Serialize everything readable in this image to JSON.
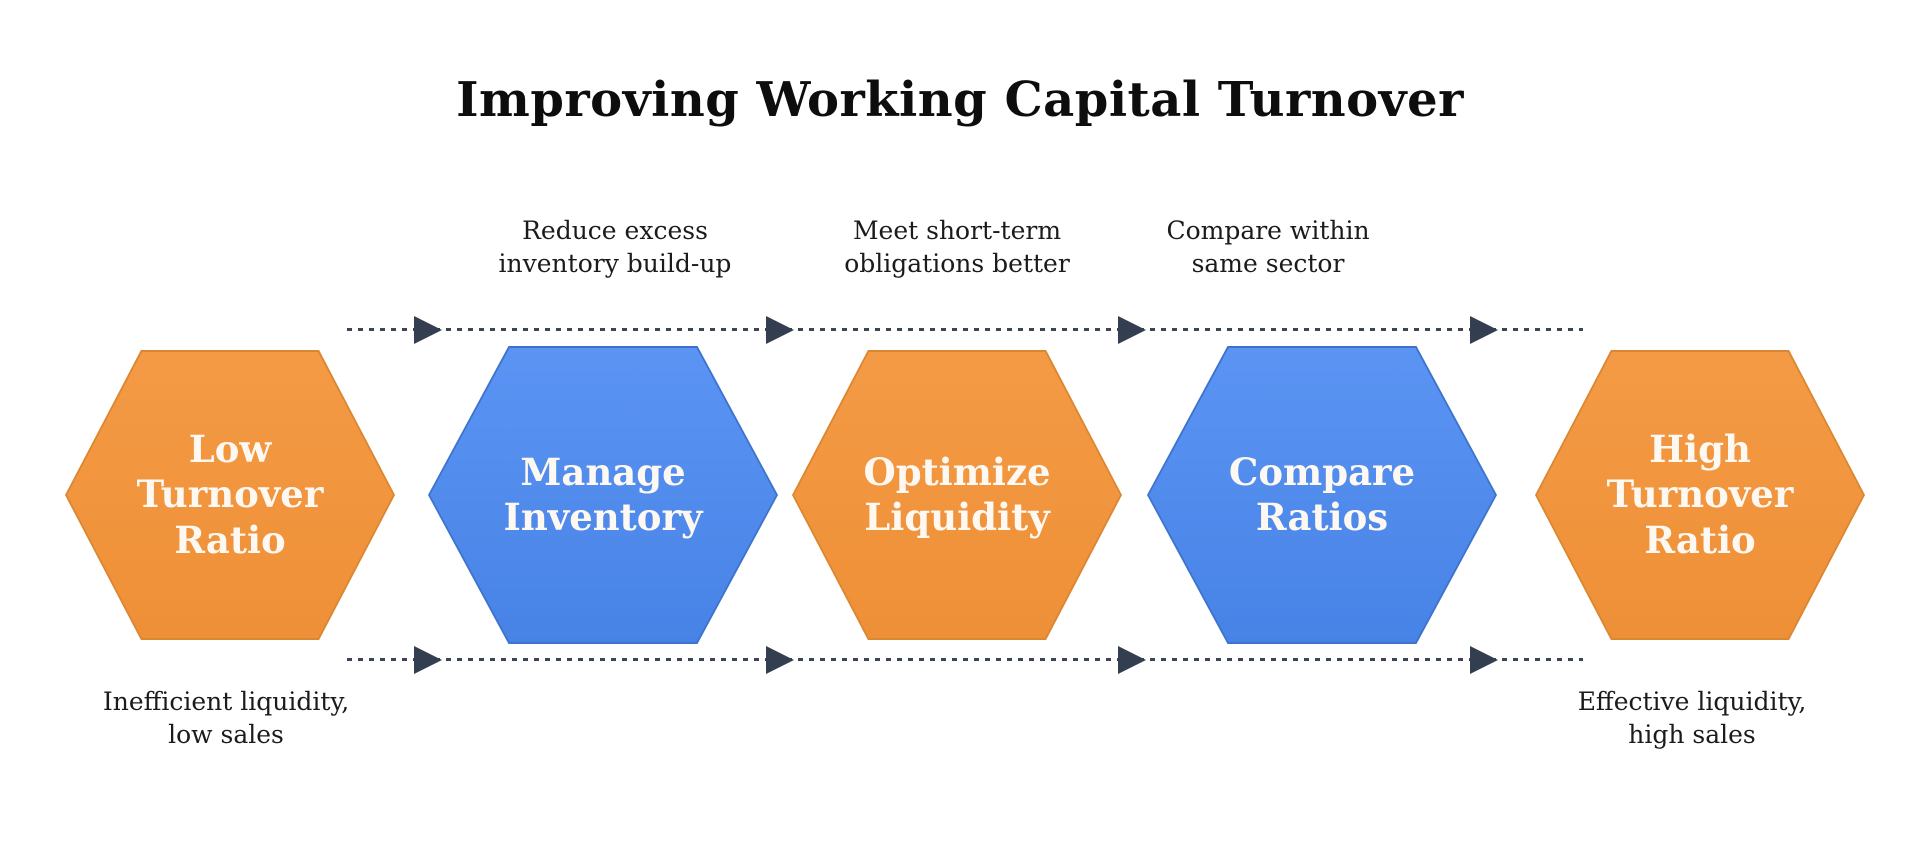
{
  "title": "Improving Working Capital Turnover",
  "diagram": {
    "stages": [
      {
        "label": "Low Turnover Ratio",
        "color_key": "orange"
      },
      {
        "label": "Manage Inventory",
        "color_key": "blue"
      },
      {
        "label": "Optimize Liquidity",
        "color_key": "orange"
      },
      {
        "label": "Compare Ratios",
        "color_key": "blue"
      },
      {
        "label": "High Turnover Ratio",
        "color_key": "orange"
      }
    ],
    "top_annotations": [
      "Reduce excess inventory build-up",
      "Meet short-term obligations better",
      "Compare within same sector"
    ],
    "bottom_annotations": [
      "Inefficient liquidity, low sales",
      "Effective liquidity, high sales"
    ],
    "colors": {
      "orange": "#F0943E",
      "blue": "#4E89EF",
      "arrow": "#333E50",
      "shape_text": "#FDF8F1",
      "annotation_text": "#1B1B1B",
      "title_text": "#0D0D0D",
      "background": "#FFFFFF"
    }
  }
}
